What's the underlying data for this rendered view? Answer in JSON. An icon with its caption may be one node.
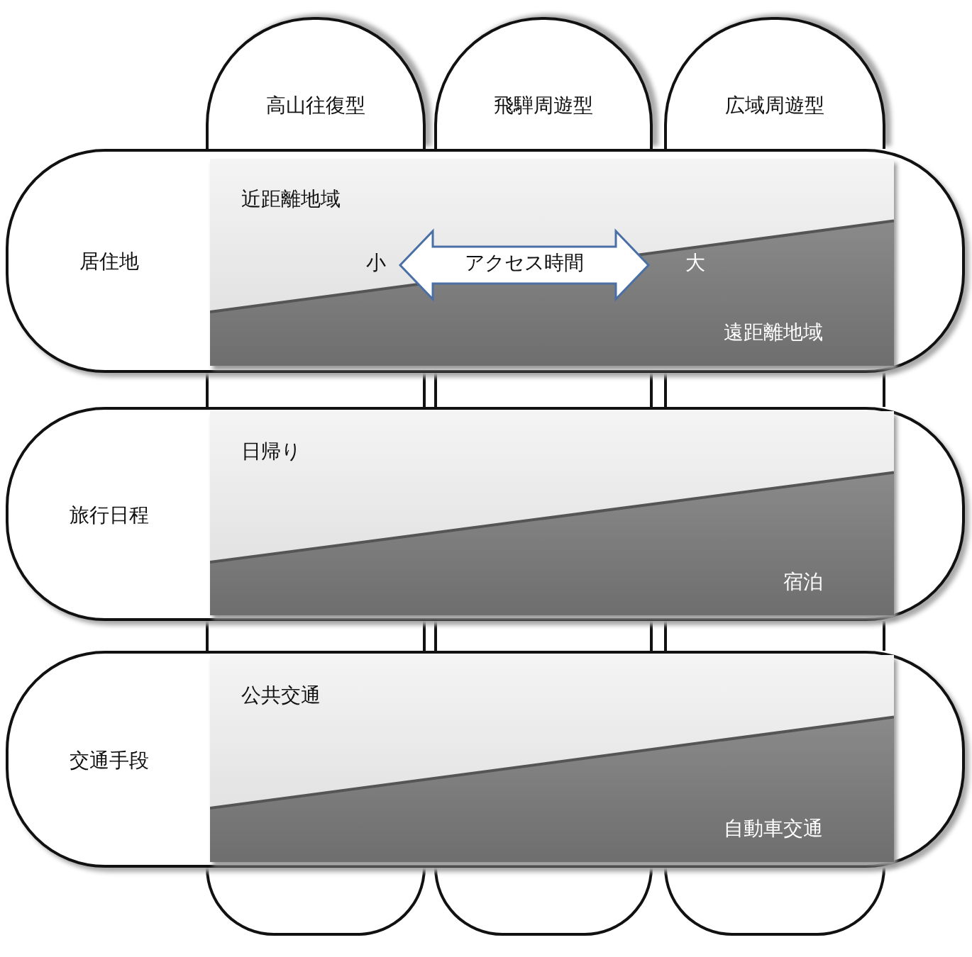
{
  "diagram": {
    "nodes": [
      {
        "text": [
          "高山往復型"
        ]
      },
      {
        "text": [
          "飛騨周遊型"
        ]
      },
      {
        "text": [
          "広域周遊型"
        ]
      },
      {
        "text": [
          "居住地"
        ]
      },
      {
        "text": [
          "旅行日程"
        ]
      },
      {
        "text": [
          "交通手段"
        ]
      },
      {
        "text": [
          "近距離地域",
          "遠距離地域"
        ],
        "in": 3
      },
      {
        "text": [
          "日帰り",
          "宿泊"
        ],
        "in": 4
      },
      {
        "text": [
          "公共交通",
          "自動車交通"
        ],
        "in": 5
      },
      {
        "text": [
          "アクセス時間"
        ],
        "in": 6
      },
      {
        "text": [],
        "shape": "box"
      },
      {
        "text": [],
        "shape": "box"
      },
      {
        "text": [],
        "shape": "box"
      },
      {
        "text": [],
        "shape": "box"
      },
      {
        "text": [],
        "shape": "box"
      },
      {
        "text": [],
        "shape": "box"
      },
      {
        "text": [],
        "shape": "box"
      },
      {
        "text": [],
        "shape": "box"
      },
      {
        "text": [],
        "shape": "box"
      }
    ],
    "labels": [
      "小",
      "大"
    ]
  }
}
